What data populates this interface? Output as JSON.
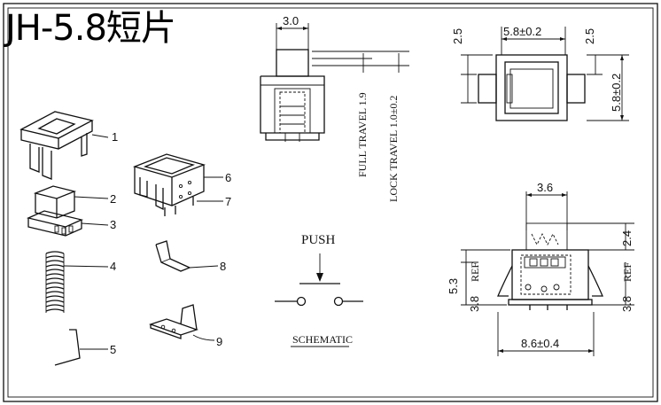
{
  "title": "JH-5.8短片",
  "parts": {
    "p1": "1",
    "p2": "2",
    "p3": "3",
    "p4": "4",
    "p5": "5",
    "p6": "6",
    "p7": "7",
    "p8": "8",
    "p9": "9"
  },
  "side_view": {
    "dim_width": "3.0",
    "full_travel": "FULL TRAVEL 1.9",
    "lock_travel": "LOCK TRAVEL 1.0±0.2"
  },
  "top_view": {
    "dim_top": "5.8±0.2",
    "dim_left": "2.5",
    "dim_right": "2.5",
    "dim_side": "5.8±0.2"
  },
  "front_view": {
    "dim_top": "3.6",
    "dim_right_top": "2.4",
    "dim_left_total": "5.3",
    "ref_left": "REF",
    "dim_left_bottom": "3.8",
    "ref_right": "REF",
    "dim_right_bottom": "3.8",
    "dim_bottom": "8.6±0.4"
  },
  "schematic": {
    "push_label": "PUSH",
    "caption": "SCHEMATIC"
  }
}
